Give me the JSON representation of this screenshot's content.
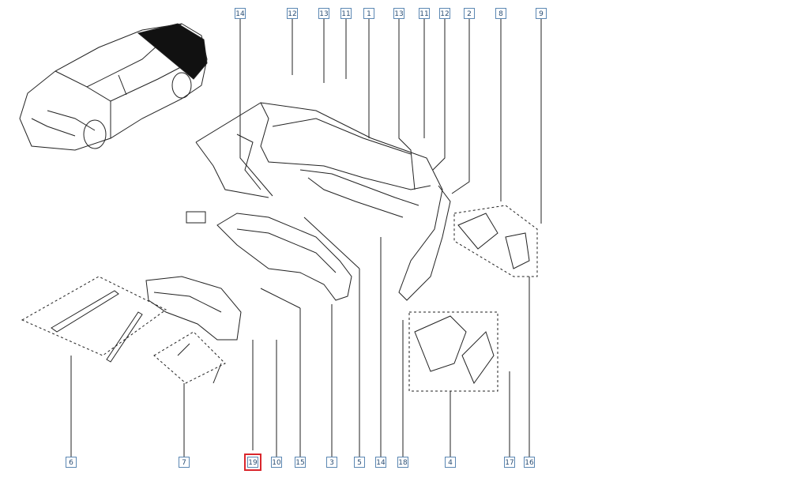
{
  "diagram": {
    "highlighted": "19",
    "highlight_color": "#d9262c",
    "callout_border_color": "#5b87b3",
    "callout_text_color": "#2a4d73",
    "line_color": "#222222",
    "top_labels": [
      "14",
      "12",
      "13",
      "11",
      "1",
      "13",
      "11",
      "12",
      "2",
      "8",
      "9"
    ],
    "bottom_labels": [
      "6",
      "7",
      "19",
      "10",
      "15",
      "3",
      "5",
      "14",
      "18",
      "4",
      "17",
      "16"
    ]
  }
}
